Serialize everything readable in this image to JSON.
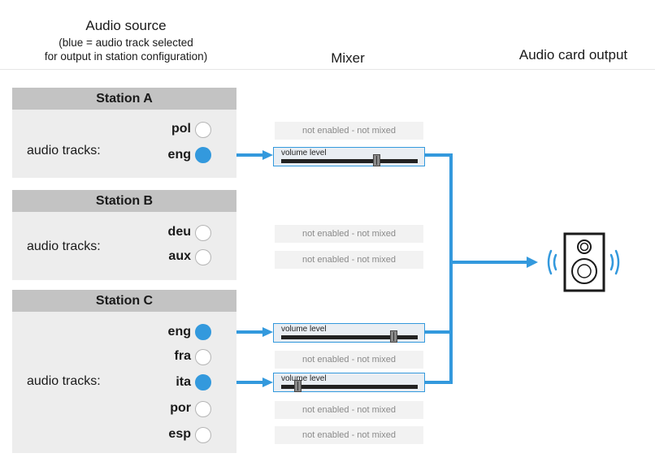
{
  "columns": {
    "source_title": "Audio source",
    "source_subtitle_1": "(blue = audio track selected",
    "source_subtitle_2": "for output in station configuration)",
    "mixer_title": "Mixer",
    "output_title": "Audio card output"
  },
  "tracks_label": "audio tracks:",
  "colors": {
    "selected": "#3399dd",
    "panel": "#ededed",
    "panel_header": "#c3c3c3"
  },
  "stations": [
    {
      "name": "Station A",
      "tracks": [
        {
          "code": "pol",
          "selected": false,
          "mixer": "not enabled - not mixed"
        },
        {
          "code": "eng",
          "selected": true,
          "mixer_label": "volume level",
          "volume_fraction": 0.71
        }
      ]
    },
    {
      "name": "Station B",
      "tracks": [
        {
          "code": "deu",
          "selected": false,
          "mixer": "not enabled - not mixed"
        },
        {
          "code": "aux",
          "selected": false,
          "mixer": "not enabled - not mixed"
        }
      ]
    },
    {
      "name": "Station C",
      "tracks": [
        {
          "code": "eng",
          "selected": true,
          "mixer_label": "volume level",
          "volume_fraction": 0.84
        },
        {
          "code": "fra",
          "selected": false,
          "mixer": "not enabled - not mixed"
        },
        {
          "code": "ita",
          "selected": true,
          "mixer_label": "volume level",
          "volume_fraction": 0.1
        },
        {
          "code": "por",
          "selected": false,
          "mixer": "not enabled - not mixed"
        },
        {
          "code": "esp",
          "selected": false,
          "mixer": "not enabled - not mixed"
        }
      ]
    }
  ],
  "output_icon": "speaker-icon"
}
